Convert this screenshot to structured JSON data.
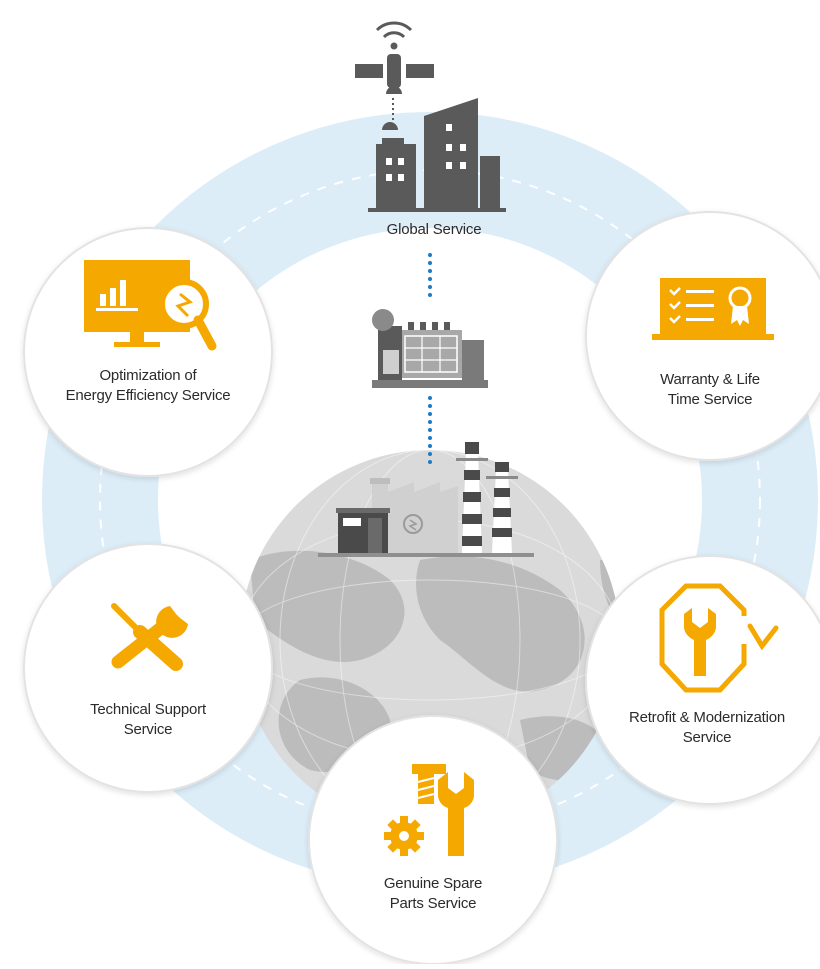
{
  "diagram": {
    "center": {
      "title": "Global Service",
      "icon_top": "satellite-icon",
      "icon_city": "buildings-icon",
      "icon_engine": "generator-engine-icon",
      "icon_plant": "power-plant-icon",
      "icon_globe": "globe-icon"
    },
    "nodes": [
      {
        "id": "energy",
        "lines": [
          "Optimization of",
          "Energy Efficiency Service"
        ],
        "icon": "energy-monitor-icon"
      },
      {
        "id": "warranty",
        "lines": [
          "Warranty & Life",
          "Time Service"
        ],
        "icon": "warranty-certificate-icon"
      },
      {
        "id": "technical",
        "lines": [
          "Technical Support",
          "Service"
        ],
        "icon": "tools-icon"
      },
      {
        "id": "retrofit",
        "lines": [
          "Retrofit & Modernization",
          "Service"
        ],
        "icon": "retrofit-wrench-icon"
      },
      {
        "id": "spare",
        "lines": [
          "Genuine Spare",
          "Parts Service"
        ],
        "icon": "spare-parts-icon"
      }
    ],
    "colors": {
      "accent": "#f5a800",
      "ring": "#dcedf8",
      "dotted_link": "#1f7bc4",
      "icon_gray": "#6e6e6e",
      "text": "#2b2b2b"
    }
  }
}
